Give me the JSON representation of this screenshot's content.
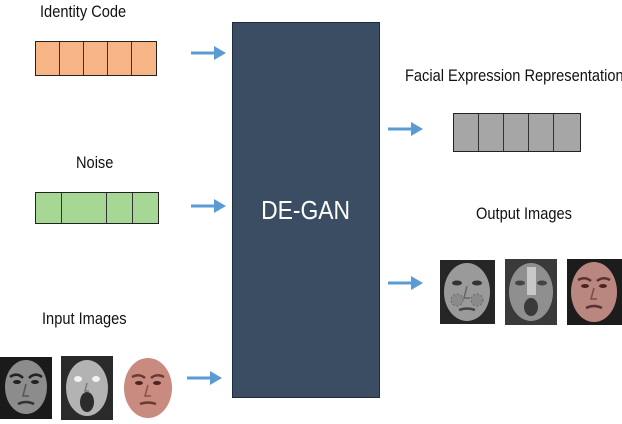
{
  "colors": {
    "identity_fill": "#f7b486",
    "noise_fill": "#a7d795",
    "expression_fill": "#a6a6a6",
    "model_box": "#3b4d63",
    "arrow": "#5b9bd5"
  },
  "inputs": {
    "identity_label": "Identity Code",
    "noise_label": "Noise",
    "images_label": "Input Images"
  },
  "model": {
    "name": "DE-GAN"
  },
  "outputs": {
    "expression_label": "Facial Expression Representation",
    "images_label": "Output Images"
  },
  "icons": [
    "arrow-right-icon",
    "face-image-icon"
  ]
}
